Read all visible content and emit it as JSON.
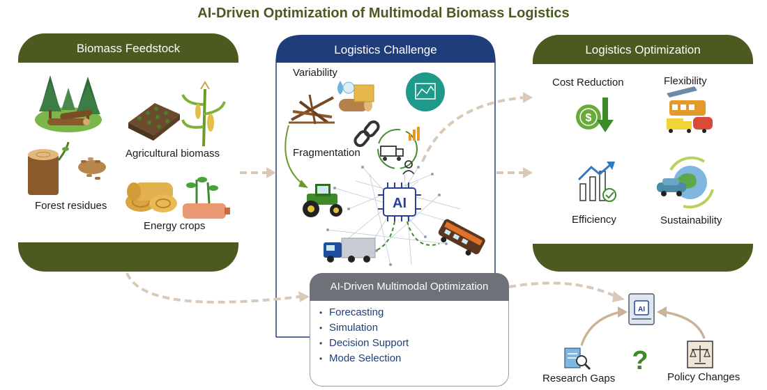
{
  "title": "AI-Driven Optimization of Multimodal Biomass Logistics",
  "feedstock": {
    "header": "Biomass Feedstock",
    "items": [
      "Forest residues",
      "Agricultural biomass",
      "Energy crops"
    ]
  },
  "challenge": {
    "header": "Logistics Challenge",
    "items": [
      "Variability",
      "Fragmentation"
    ],
    "ai_chip": "AI"
  },
  "optimization": {
    "header": "Logistics Optimization",
    "items": [
      "Cost Reduction",
      "Flexibility",
      "Efficiency",
      "Sustainability"
    ]
  },
  "ai_box": {
    "header": "AI-Driven Multimodal Optimization",
    "items": [
      "Forecasting",
      "Simulation",
      "Decision Support",
      "Mode Selection"
    ]
  },
  "gaps": {
    "items": [
      "Research Gaps",
      "Policy Changes"
    ],
    "question_mark": "?"
  },
  "colors": {
    "olive_dark": "#4b5a1e",
    "navy": "#1f3d7a",
    "arrow_beige": "#d9c9b8",
    "green_arrow": "#6a9a2a",
    "ai_box_gray": "#6e7278"
  }
}
